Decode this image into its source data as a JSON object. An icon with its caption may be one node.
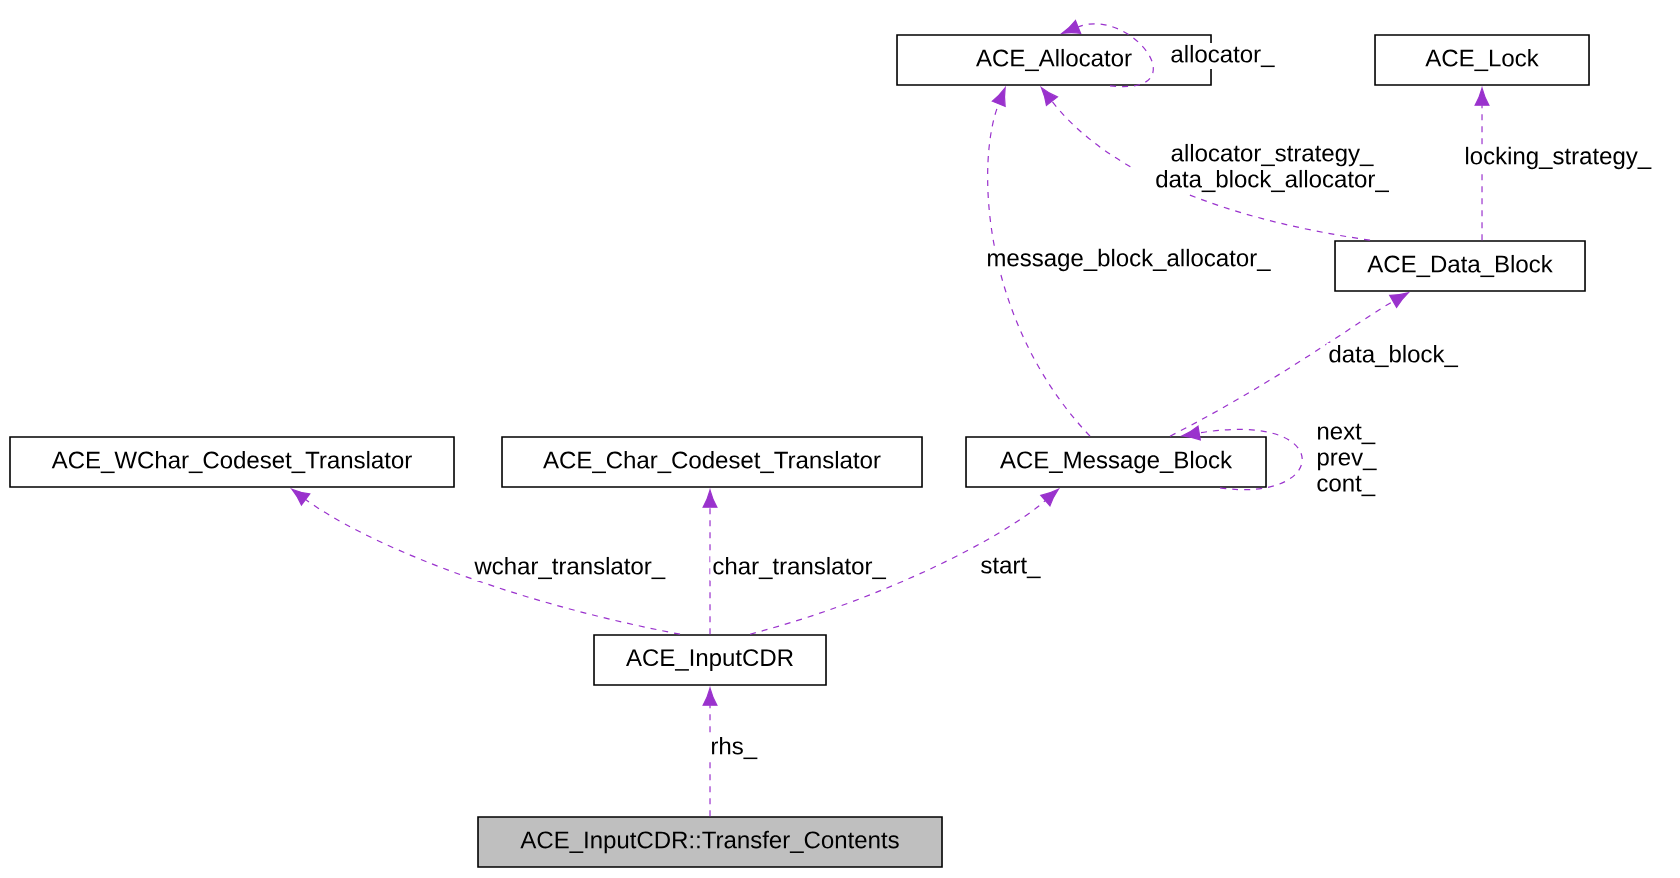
{
  "diagram": {
    "nodes": [
      {
        "text": [
          "ACE_Allocator"
        ]
      },
      {
        "text": [
          "ACE_Lock"
        ]
      },
      {
        "text": [
          "ACE_Data_Block"
        ]
      },
      {
        "text": [
          "ACE_WChar_Codeset_Translator"
        ]
      },
      {
        "text": [
          "ACE_Char_Codeset_Translator"
        ]
      },
      {
        "text": [
          "ACE_Message_Block"
        ]
      },
      {
        "text": [
          "ACE_InputCDR"
        ]
      },
      {
        "text": [
          "ACE_InputCDR::Transfer_Contents"
        ]
      }
    ],
    "edges": [
      {
        "from": 0,
        "to": 0,
        "arrow": "to",
        "label": "allocator_"
      },
      {
        "from": 2,
        "to": 0,
        "arrow": "to",
        "label": "allocator_strategy_ data_block_allocator_"
      },
      {
        "from": 2,
        "to": 1,
        "arrow": "to",
        "label": "locking_strategy_"
      },
      {
        "from": 5,
        "to": 0,
        "arrow": "to",
        "label": "message_block_allocator_"
      },
      {
        "from": 5,
        "to": 2,
        "arrow": "to",
        "label": "data_block_"
      },
      {
        "from": 5,
        "to": 5,
        "arrow": "to",
        "label": "next_ prev_ cont_"
      },
      {
        "from": 6,
        "to": 3,
        "arrow": "to",
        "label": "wchar_translator_"
      },
      {
        "from": 6,
        "to": 4,
        "arrow": "to",
        "label": "char_translator_"
      },
      {
        "from": 6,
        "to": 5,
        "arrow": "to",
        "label": "start_"
      },
      {
        "from": 7,
        "to": 6,
        "arrow": "to",
        "label": "rhs_"
      }
    ]
  }
}
